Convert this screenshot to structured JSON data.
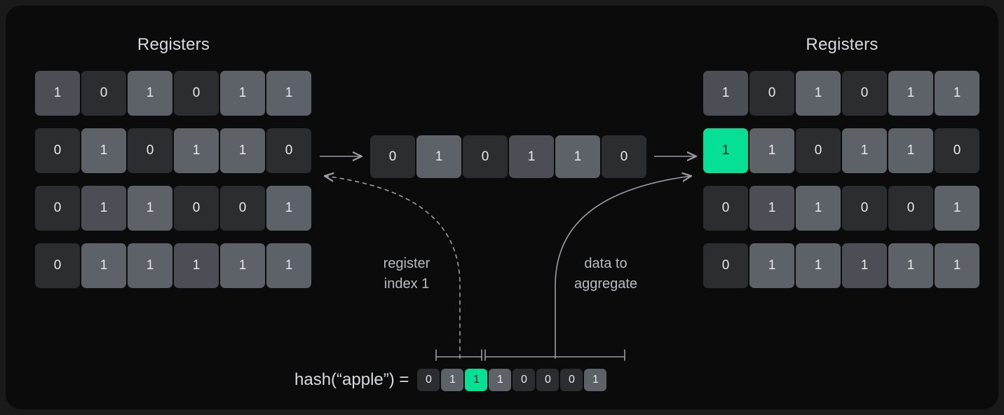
{
  "registers": {
    "left": {
      "title": "Registers",
      "rows": [
        [
          1,
          0,
          1,
          0,
          1,
          1
        ],
        [
          0,
          1,
          0,
          1,
          1,
          0
        ],
        [
          0,
          1,
          1,
          0,
          0,
          1
        ],
        [
          0,
          1,
          1,
          1,
          1,
          1
        ]
      ]
    },
    "right": {
      "title": "Registers",
      "rows": [
        [
          1,
          0,
          1,
          0,
          1,
          1
        ],
        [
          1,
          1,
          0,
          1,
          1,
          0
        ],
        [
          0,
          1,
          1,
          0,
          0,
          1
        ],
        [
          0,
          1,
          1,
          1,
          1,
          1
        ]
      ],
      "highlight": {
        "row": 1,
        "col": 0
      }
    }
  },
  "selected_register": {
    "values": [
      0,
      1,
      0,
      1,
      1,
      0
    ]
  },
  "hash": {
    "label": "hash(“apple”) =",
    "bits": [
      0,
      1,
      1,
      1,
      0,
      0,
      0,
      1
    ],
    "highlight_index": 2,
    "bracket_index_bits": [
      0,
      1
    ],
    "bracket_data_bits": [
      2,
      3,
      4,
      5,
      6,
      7
    ]
  },
  "annotations": {
    "register_index": "register\nindex 1",
    "data_to_aggregate": "data to\naggregate"
  },
  "colors": {
    "panel_background": "#0b0b0c",
    "page_background": "#1a1a1a",
    "cell_zero": "#2b2d31",
    "cell_one": "#5d6168",
    "cell_one_alt": "#4b4f55",
    "highlight": "#05e096",
    "text": "#d8dade",
    "annotation_text": "#b9bcc1",
    "arrow": "#9a9da3"
  }
}
